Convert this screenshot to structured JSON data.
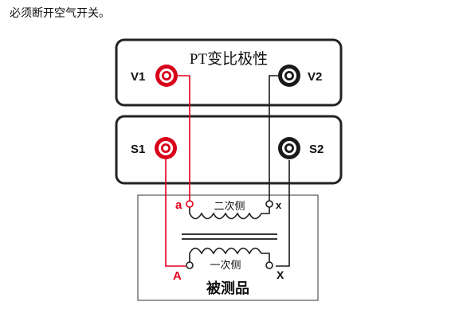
{
  "caption": "必须断开空气开关。",
  "instrument": {
    "title": "PT变比极性",
    "terminals": {
      "v1": "V1",
      "v2": "V2",
      "s1": "S1",
      "s2": "S2"
    }
  },
  "device": {
    "name": "被测品",
    "secondary_label": "二次侧",
    "primary_label": "一次侧",
    "terminals": {
      "a_small": "a",
      "x_small": "x",
      "a_big": "A",
      "x_big": "X"
    }
  },
  "colors": {
    "positive": "#e0001b",
    "negative": "#1a1a1a",
    "frame": "#222222"
  }
}
